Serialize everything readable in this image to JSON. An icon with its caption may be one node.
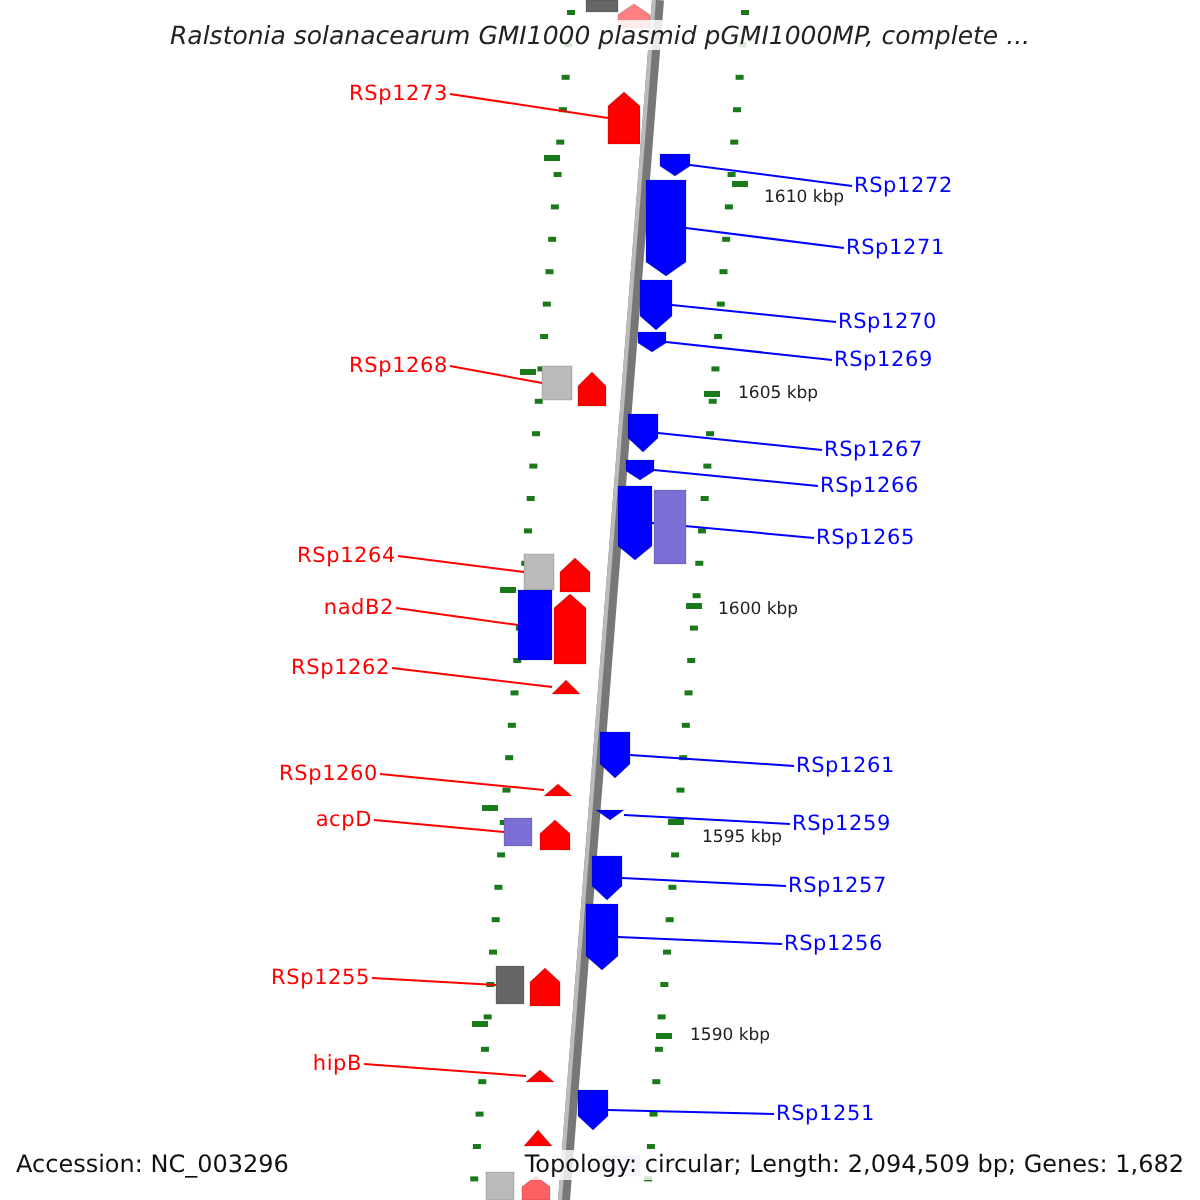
{
  "diagram": {
    "title": "Ralstonia solanacearum GMI1000 plasmid pGMI1000MP, complete ...",
    "nodes": [
      {
        "text": [
          "RSp1273"
        ]
      },
      {
        "text": [
          "RSp1268"
        ]
      },
      {
        "text": [
          "RSp1264"
        ]
      },
      {
        "text": [
          "nadB2"
        ]
      },
      {
        "text": [
          "RSp1262"
        ]
      },
      {
        "text": [
          "RSp1260"
        ]
      },
      {
        "text": [
          "acpD"
        ]
      },
      {
        "text": [
          "RSp1255"
        ]
      },
      {
        "text": [
          "hipB"
        ]
      },
      {
        "text": [
          "RSp1272"
        ]
      },
      {
        "text": [
          "RSp1271"
        ]
      },
      {
        "text": [
          "RSp1270"
        ]
      },
      {
        "text": [
          "RSp1269"
        ]
      },
      {
        "text": [
          "RSp1267"
        ]
      },
      {
        "text": [
          "RSp1266"
        ]
      },
      {
        "text": [
          "RSp1265"
        ]
      },
      {
        "text": [
          "RSp1261"
        ]
      },
      {
        "text": [
          "RSp1259"
        ]
      },
      {
        "text": [
          "RSp1257"
        ]
      },
      {
        "text": [
          "RSp1256"
        ]
      },
      {
        "text": [
          "RSp1251"
        ]
      },
      {
        "text": [],
        "shape": "pentagon"
      },
      {
        "text": [],
        "shape": "box"
      },
      {
        "text": [],
        "shape": "box"
      },
      {
        "text": [],
        "shape": "box"
      },
      {
        "text": [],
        "shape": "triangle"
      },
      {
        "text": [],
        "shape": "triangle"
      },
      {
        "text": [],
        "shape": "box"
      },
      {
        "text": [],
        "shape": "box"
      },
      {
        "text": [],
        "shape": "triangle"
      },
      {
        "text": [],
        "shape": "pentagon"
      },
      {
        "text": [],
        "shape": "pentagon"
      },
      {
        "text": [],
        "shape": "pentagon"
      },
      {
        "text": [],
        "shape": "pentagon"
      },
      {
        "text": [],
        "shape": "pentagon"
      },
      {
        "text": [],
        "shape": "pentagon"
      },
      {
        "text": [],
        "shape": "pentagon"
      },
      {
        "text": [],
        "shape": "pentagon"
      },
      {
        "text": [],
        "shape": "triangle"
      },
      {
        "text": [],
        "shape": "pentagon"
      },
      {
        "text": [],
        "shape": "pentagon"
      },
      {
        "text": [],
        "shape": "pentagon"
      }
    ],
    "edges": [
      {
        "from": 0,
        "to": 21,
        "arrow": "none",
        "color": "#ff0000"
      },
      {
        "from": 1,
        "to": 22,
        "arrow": "none",
        "color": "#ff0000"
      },
      {
        "from": 2,
        "to": 23,
        "arrow": "none",
        "color": "#ff0000"
      },
      {
        "from": 3,
        "to": 24,
        "arrow": "none",
        "color": "#ff0000"
      },
      {
        "from": 4,
        "to": 25,
        "arrow": "none",
        "color": "#ff0000"
      },
      {
        "from": 5,
        "to": 26,
        "arrow": "none",
        "color": "#ff0000"
      },
      {
        "from": 6,
        "to": 27,
        "arrow": "none",
        "color": "#ff0000"
      },
      {
        "from": 7,
        "to": 28,
        "arrow": "none",
        "color": "#ff0000"
      },
      {
        "from": 8,
        "to": 29,
        "arrow": "none",
        "color": "#ff0000"
      },
      {
        "from": 9,
        "to": 30,
        "arrow": "none"
      },
      {
        "from": 10,
        "to": 31,
        "arrow": "none"
      },
      {
        "from": 11,
        "to": 32,
        "arrow": "none"
      },
      {
        "from": 12,
        "to": 33,
        "arrow": "none"
      },
      {
        "from": 13,
        "to": 34,
        "arrow": "none"
      },
      {
        "from": 14,
        "to": 35,
        "arrow": "none"
      },
      {
        "from": 15,
        "to": 36,
        "arrow": "none"
      },
      {
        "from": 16,
        "to": 37,
        "arrow": "none"
      },
      {
        "from": 17,
        "to": 38,
        "arrow": "none"
      },
      {
        "from": 18,
        "to": 39,
        "arrow": "none"
      },
      {
        "from": 19,
        "to": 40,
        "arrow": "none"
      },
      {
        "from": 20,
        "to": 41,
        "arrow": "none"
      }
    ],
    "labels": [
      "1610 kbp",
      "1605 kbp",
      "1600 kbp",
      "1595 kbp",
      "1590 kbp",
      "Accession: NC_003296",
      "Topology: circular; Length: 2,094,509 bp; Genes: 1,682"
    ]
  }
}
